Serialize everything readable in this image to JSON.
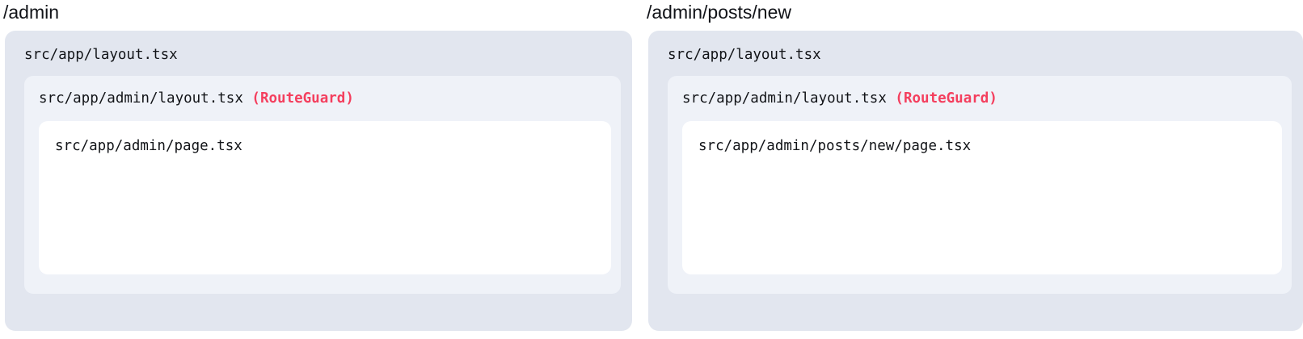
{
  "panels": [
    {
      "route": "/admin",
      "layers": {
        "outer": {
          "file": "src/app/layout.tsx"
        },
        "middle": {
          "file": "src/app/admin/layout.tsx",
          "annotation": "(RouteGuard)"
        },
        "inner": {
          "file": "src/app/admin/page.tsx"
        }
      }
    },
    {
      "route": "/admin/posts/new",
      "layers": {
        "outer": {
          "file": "src/app/layout.tsx"
        },
        "middle": {
          "file": "src/app/admin/layout.tsx",
          "annotation": "(RouteGuard)"
        },
        "inner": {
          "file": "src/app/admin/posts/new/page.tsx"
        }
      }
    }
  ],
  "colors": {
    "page_background": "#ffffff",
    "outer_layer_background": "#e2e6ef",
    "middle_layer_background": "#eff2f8",
    "inner_layer_background": "#ffffff",
    "text": "#121418",
    "route_title": "#111318",
    "guard_accent": "#f43f5e"
  }
}
